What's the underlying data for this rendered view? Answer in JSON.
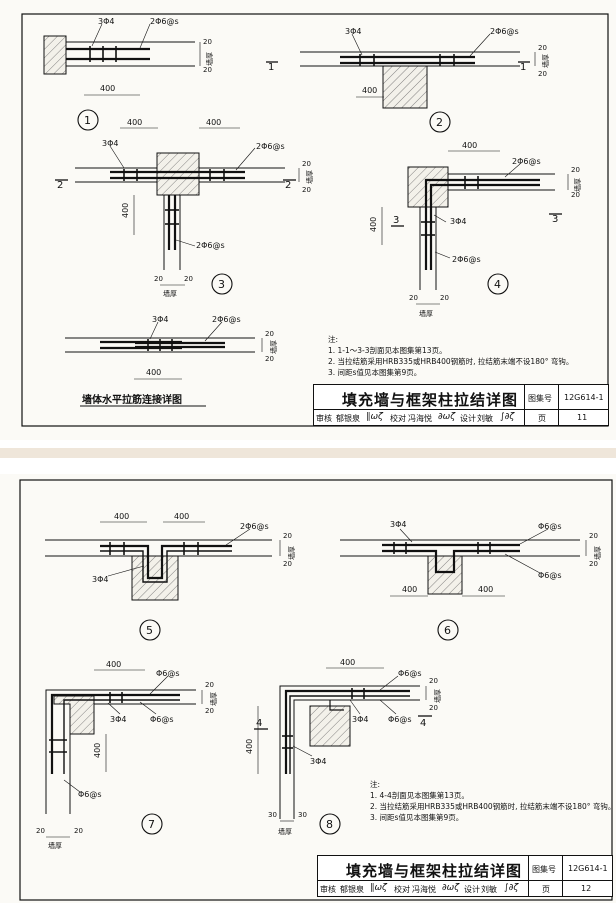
{
  "sheet1": {
    "fig1": {
      "rebar": "3Φ4",
      "tie": "2Φ6@s",
      "dim": "400",
      "t20a": "20",
      "t20b": "20",
      "wall": "墙厚",
      "num": "1"
    },
    "fig2": {
      "rebar": "3Φ4",
      "tie": "2Φ6@s",
      "dim": "400",
      "t20a": "20",
      "t20b": "20",
      "wall": "墙厚",
      "num": "2",
      "sec": "1"
    },
    "fig3": {
      "rebar": "3Φ4",
      "tie_h": "2Φ6@s",
      "tie_v": "2Φ6@s",
      "dim_l": "400",
      "dim_r": "400",
      "dim_v": "400",
      "t20a": "20",
      "t20b": "20",
      "b20a": "20",
      "b20b": "20",
      "wall_h": "墙厚",
      "wall_v": "墙厚",
      "num": "3",
      "sec": "2"
    },
    "fig4": {
      "rebar": "3Φ4",
      "tie_h": "2Φ6@s",
      "tie_v": "2Φ6@s",
      "dim_t": "400",
      "dim_v": "400",
      "t20a": "20",
      "t20b": "20",
      "b20a": "20",
      "b20b": "20",
      "wall_h": "墙厚",
      "wall_v": "墙厚",
      "num": "4",
      "sec": "3"
    },
    "fig5": {
      "rebar": "3Φ4",
      "tie": "2Φ6@s",
      "dim": "400",
      "t20a": "20",
      "t20b": "20",
      "wall": "墙厚"
    },
    "caption": "墙体水平拉筋连接详图",
    "notes": {
      "title": "注:",
      "n1": "1. 1-1～3-3剖面见本图集第13页。",
      "n2": "2. 当拉结筋采用HRB335或HRB400钢筋时, 拉结筋末端不设180° 弯钩。",
      "n3": "3. 间距s值见本图集第9页。"
    },
    "titleblock": {
      "title": "填充墙与框架柱拉结详图",
      "atlas_label": "图集号",
      "atlas_no": "12G614-1",
      "review": "审核",
      "reviewer": "郁银泉",
      "check": "校对",
      "checker": "冯海悦",
      "design": "设计",
      "designer": "刘敏",
      "page_label": "页",
      "page_no": "11"
    }
  },
  "sheet2": {
    "fig5": {
      "rebar": "3Φ4",
      "tie": "2Φ6@s",
      "dim_l": "400",
      "dim_r": "400",
      "t20a": "20",
      "t20b": "20",
      "wall": "墙厚",
      "num": "5"
    },
    "fig6": {
      "rebar": "3Φ4",
      "tie_t": "Φ6@s",
      "tie_b": "Φ6@s",
      "dim_l": "400",
      "dim_r": "400",
      "t20a": "20",
      "t20b": "20",
      "wall": "墙厚",
      "num": "6"
    },
    "fig7": {
      "rebar": "3Φ4",
      "tie_h": "Φ6@s",
      "tie_m": "Φ6@s",
      "tie_v": "Φ6@s",
      "dim_t": "400",
      "dim_v": "400",
      "t20a": "20",
      "t20b": "20",
      "b20a": "20",
      "b20b": "20",
      "wall_h": "墙厚",
      "wall_v": "墙厚",
      "num": "7"
    },
    "fig8": {
      "rebar": "3Φ4",
      "rebar2": "3Φ4",
      "tie_h": "Φ6@s",
      "tie_m": "Φ6@s",
      "dim_t": "400",
      "dim_v": "400",
      "t20a": "20",
      "t20b": "20",
      "b30a": "30",
      "b30b": "30",
      "wall_h": "墙厚",
      "wall_v": "墙厚",
      "num": "8",
      "sec": "4"
    },
    "notes": {
      "title": "注:",
      "n1": "1. 4-4剖面见本图集第13页。",
      "n2": "2. 当拉结筋采用HRB335或HRB400钢筋时, 拉结筋末端不设180° 弯钩。",
      "n3": "3. 间距s值见本图集第9页。"
    },
    "titleblock": {
      "title": "填充墙与框架柱拉结详图",
      "atlas_label": "图集号",
      "atlas_no": "12G614-1",
      "review": "审核",
      "reviewer": "郁银泉",
      "check": "校对",
      "checker": "冯海悦",
      "design": "设计",
      "designer": "刘敏",
      "page_label": "页",
      "page_no": "12"
    }
  }
}
